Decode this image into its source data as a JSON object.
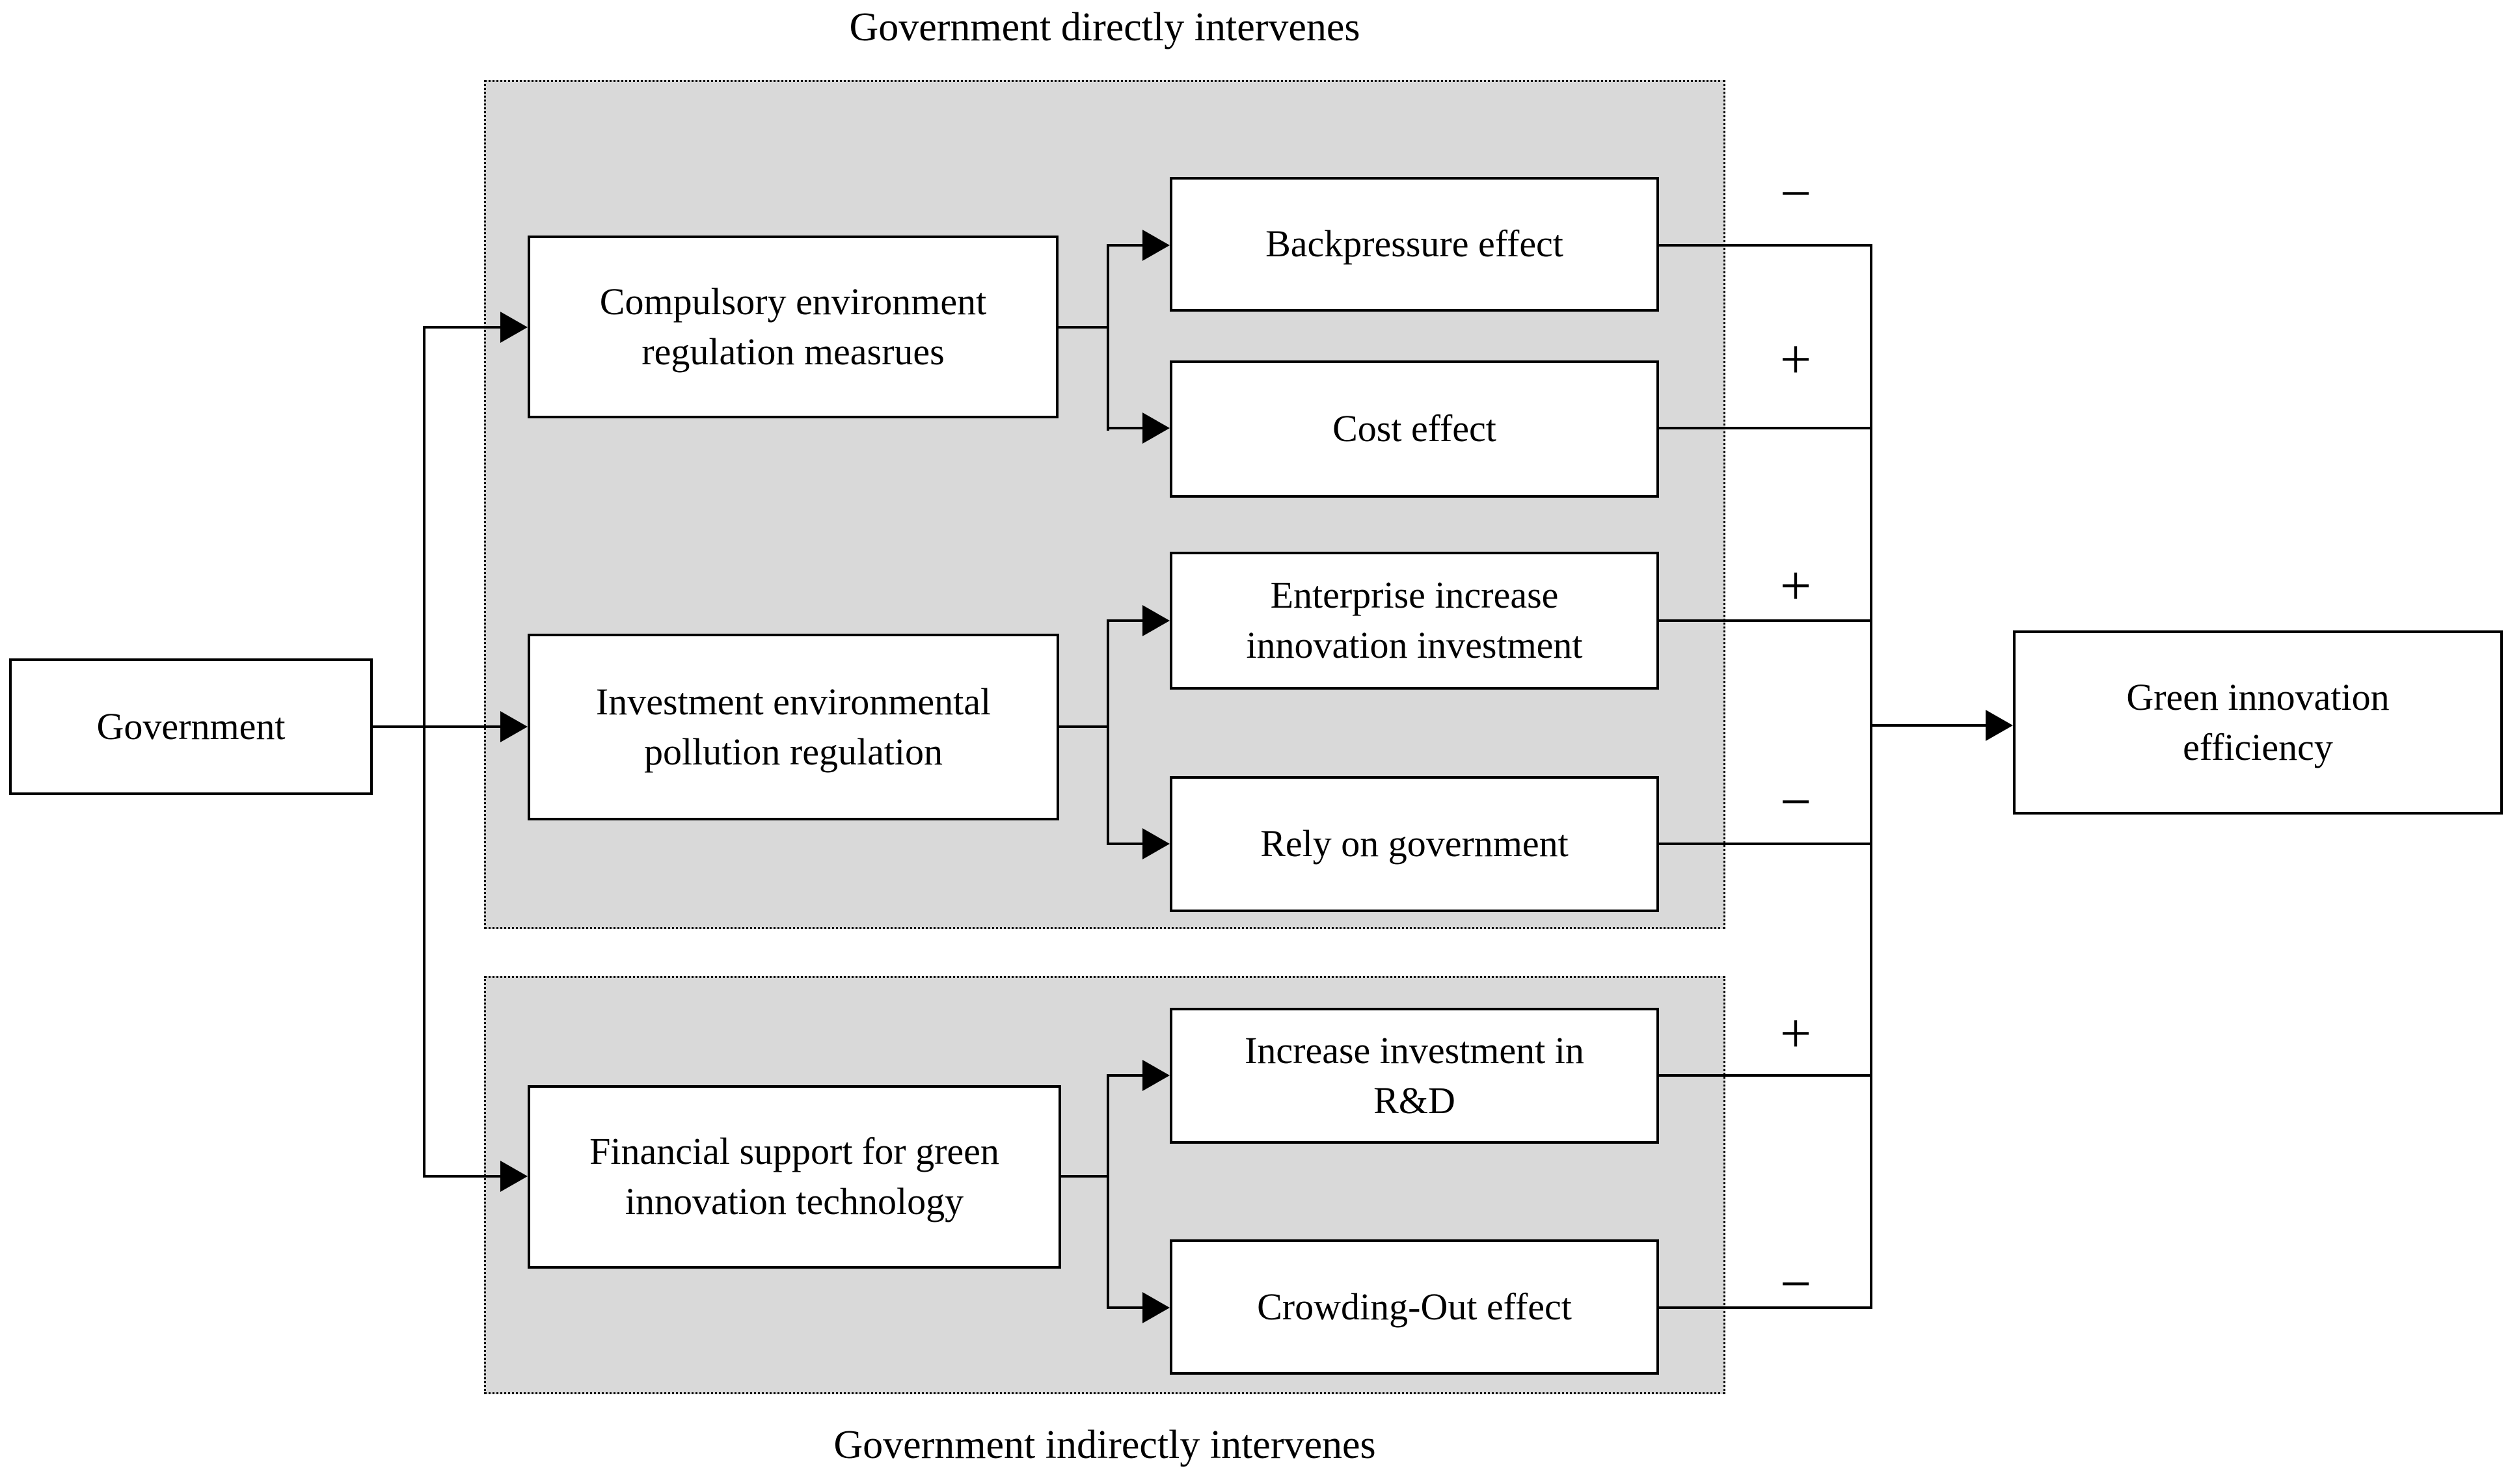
{
  "diagram": {
    "labels": {
      "top_group": "Government directly intervenes",
      "bottom_group": "Government indirectly intervenes"
    },
    "nodes": {
      "government": [
        "Government"
      ],
      "compulsory": [
        "Compulsory environment",
        "regulation measrues"
      ],
      "investment": [
        "Investment environmental",
        "pollution regulation"
      ],
      "financial": [
        "Financial support for green",
        "innovation technology"
      ],
      "backpressure": [
        "Backpressure effect"
      ],
      "cost": [
        "Cost effect"
      ],
      "enterprise": [
        "Enterprise increase",
        "innovation investment"
      ],
      "rely": [
        "Rely on government"
      ],
      "rd": [
        "Increase investment in",
        "R&D"
      ],
      "crowding": [
        "Crowding-Out effect"
      ],
      "green": [
        "Green innovation",
        "efficiency"
      ]
    },
    "signs": {
      "backpressure": "−",
      "cost": "+",
      "enterprise": "+",
      "rely": "−",
      "rd": "+",
      "crowding": "−"
    },
    "colors": {
      "group_fill": "#d9d9d9",
      "line": "#000000",
      "box_fill": "#ffffff"
    }
  }
}
